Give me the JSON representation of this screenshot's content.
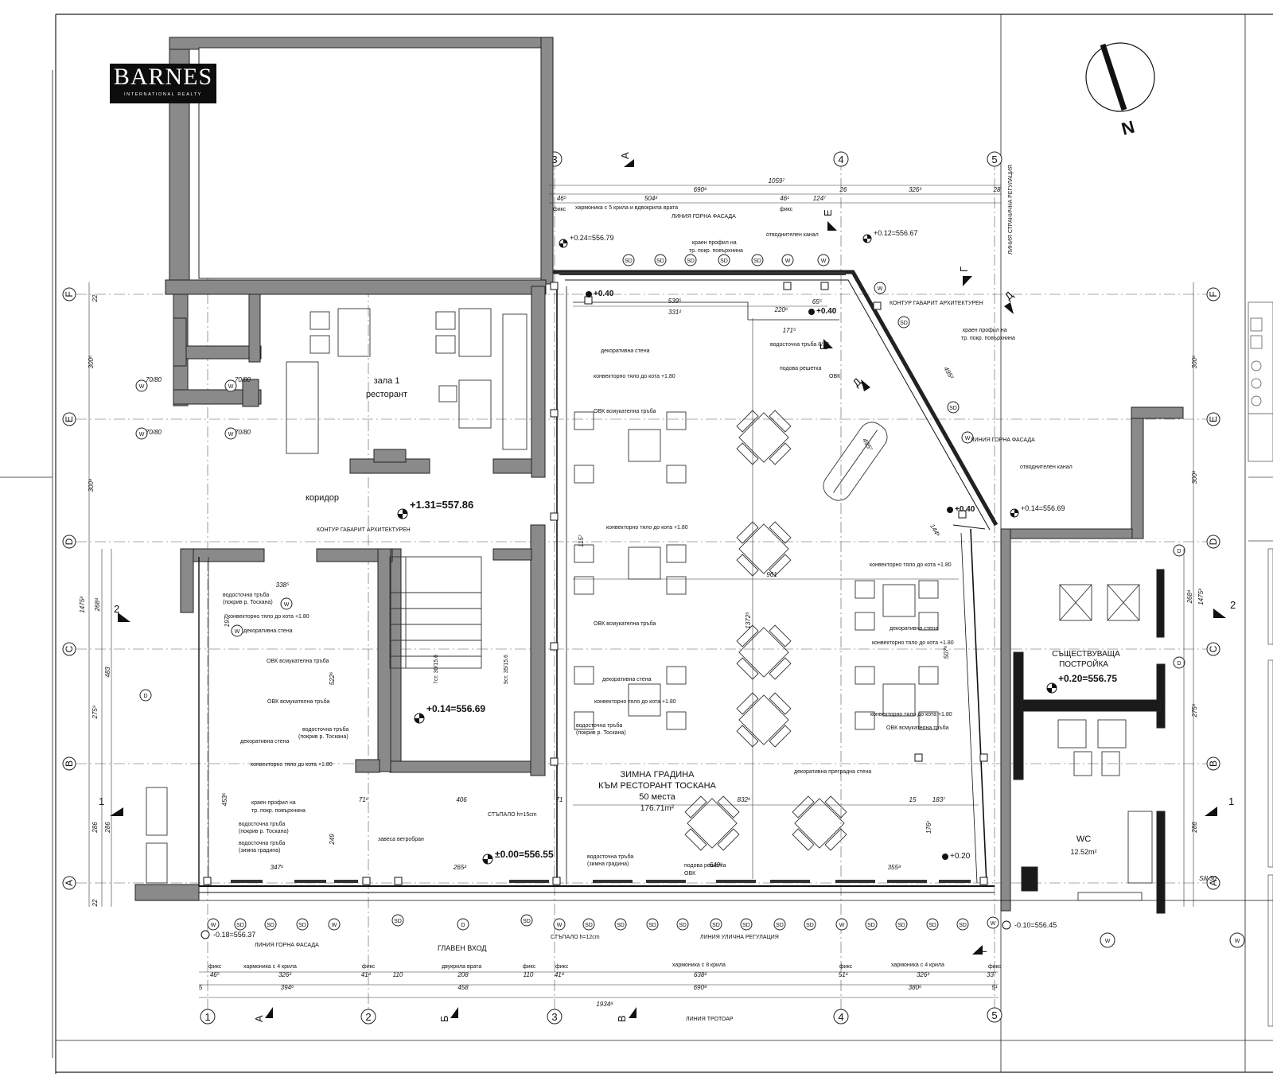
{
  "logo": {
    "brand": "BARNES",
    "sub": "INTERNATIONAL REALTY"
  },
  "north": "N",
  "axes": {
    "cols": [
      "1",
      "2",
      "3",
      "4",
      "5"
    ],
    "rows": [
      "F",
      "E",
      "D",
      "C",
      "B",
      "A"
    ],
    "sections": [
      "А",
      "Б",
      "В",
      "Г",
      "Д",
      "Е",
      "1",
      "2"
    ]
  },
  "rooms": {
    "hall_name": "зала 1",
    "hall_type": "ресторант",
    "corridor": "коридор",
    "garden_l1": "ЗИМНА ГРАДИНА",
    "garden_l2": "КЪМ РЕСТОРАНТ ТОСКАНА",
    "garden_l3": "50 места",
    "garden_area": "176.71m²",
    "existing_l1": "СЪЩЕСТВУВАЩА",
    "existing_l2": "ПОСТРОЙКА",
    "existing_level": "+0.20=556.75",
    "wc": "WC",
    "wc_area": "12.52m²"
  },
  "levels": {
    "corridor": "+1.31=557.86",
    "stair": "+0.14=556.69",
    "entrance": "±0.00=556.55",
    "top_left": "+0.24=556.79",
    "top_right": "+0.12=556.67",
    "right": "+0.14=556.69",
    "bottom_left": "-0.18=556.37",
    "bottom_right": "-0.10=556.45",
    "l_040a": "+0.40",
    "l_040b": "+0.40",
    "l_040c": "+0.40",
    "l_020": "+0.20"
  },
  "notes": {
    "facade_top": "ЛИНИЯ ГОРНА ФАСАДА",
    "facade_right": "ЛИНИЯ ГОРНА ФАСАДА",
    "facade_bottom": "ЛИНИЯ ГОРНА ФАСАДА",
    "street_reg": "ЛИНИЯ УЛИЧНА РЕГУЛАЦИЯ",
    "side_reg": "ЛИНИЯ СТРАНИЧНА РЕГУЛАЦИЯ",
    "sidewalk": "ЛИНИЯ ТРОТОАР",
    "main_entrance": "ГЛАВЕН ВХОД",
    "contour_1": "КОНТУР ГАБАРИТ АРХИТЕКТУРЕН",
    "contour_2": "КОНТУР ГАБАРИТ АРХИТЕКТУРЕН",
    "harmonika5": "хармоника с 5 крила и вдвокрила врата",
    "harmonika4a": "хармоника с 4 крила",
    "harmonika8": "хармоника с 8 крила",
    "harmonika4b": "хармоника с 4 крила",
    "double_door": "двукрила врата",
    "crayen_profile": "краен профил на",
    "roof_cover": "тр. покр. повърхнина",
    "drainage": "отводнителен канал",
    "drainage2": "отводнителен канал",
    "downpipe": "водосточна тръба 8/10",
    "floor_grate": "подова решетка",
    "ovk": "ОВК",
    "deco_wall": "декоративна стена",
    "convector": "конвекторно тяло до кота +1.80",
    "ovk_pipe": "ОВК всмукателна тръба",
    "step15": "СТЪПАЛО h=15cm",
    "step12": "СТЪПАЛО h=12cm",
    "curtain": "завеса ветробран",
    "partition": "декоративна преградна стена",
    "pipe_toscana": "водосточна тръба",
    "pokriv": "(покрив р. Тоскана)",
    "pipe_garden": "(зимна градина)",
    "stair1": "7ст. 30/15.6",
    "stair2": "9ст. 35/15.6",
    "fix": "фикс"
  },
  "dims": {
    "d_10597": "1059⁷",
    "d_6908": "690⁸",
    "d_5042": "504²",
    "d_461": "46¹",
    "d_1247": "124⁷",
    "d_26": "26",
    "d_3263": "326³",
    "d_28": "28",
    "d_465": "46⁵",
    "d_3312": "331²",
    "d_5395": "539⁵",
    "d_961": "961",
    "d_13725": "1372⁵",
    "d_1157": "115⁷",
    "d_8326": "832⁶",
    "d_406": "406",
    "d_716": "71⁶",
    "d_71": "71",
    "d_1837": "183⁷",
    "d_15": "15",
    "d_6406": "640⁶",
    "d_3558": "355⁸",
    "d_3476": "347⁶",
    "d_2652": "265²",
    "d_19348": "1934⁸",
    "b_4658": "46⁵",
    "b_3262": "326²",
    "b_418": "41⁸",
    "b_110": "110",
    "b_208": "208",
    "b_110b": "110",
    "b_4158": "41⁸",
    "b_6382": "638²",
    "b_516": "51⁶",
    "b_3262b": "326²",
    "b_337": "33⁷",
    "c_3946": "394⁶",
    "c_458": "458",
    "c_6908": "690⁸",
    "c_3806": "380⁶",
    "c_51": "5¹",
    "c_5": "5",
    "v_3006": "300⁶",
    "v_3008": "300⁸",
    "v_14758": "1475⁸",
    "v_2684": "268⁴",
    "v_483": "483",
    "v_2759": "275⁹",
    "v_286": "286",
    "v_22": "22",
    "r_3006": "300⁶",
    "r_3008": "300⁸",
    "r_14758": "1475⁸",
    "r_2684": "268⁴",
    "r_2759": "275⁹",
    "r_286": "286",
    "d_5226": "522⁶",
    "d_4536": "453⁶",
    "d_249": "249",
    "d_1761": "176¹",
    "d_5076": "507⁶",
    "d_4952": "495²",
    "d_4957": "495⁷",
    "d_1447": "144⁶",
    "d_1715": "171⁵",
    "d_2206": "220⁶",
    "d_655": "65⁵",
    "d_338": "338⁵",
    "d_197": "197⁵",
    "w_1": "70/80",
    "sill": "Sill 30"
  }
}
